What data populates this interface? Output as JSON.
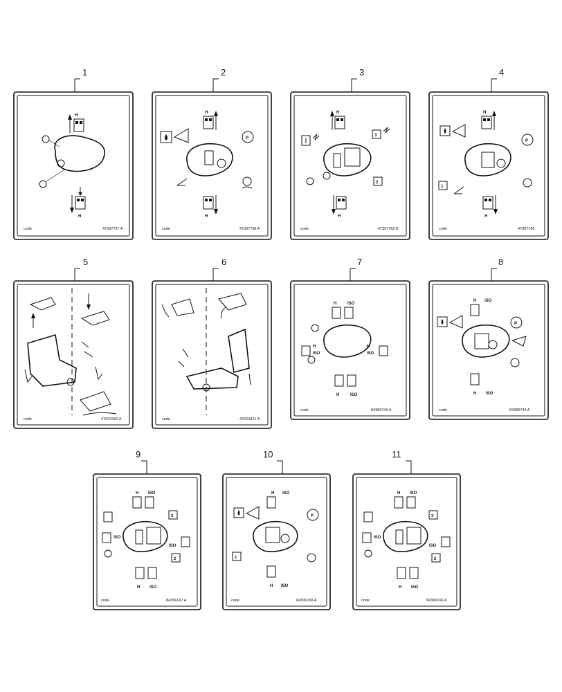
{
  "decals": [
    {
      "callout": "1",
      "code": "code",
      "part_number": "47397767 A"
    },
    {
      "callout": "2",
      "code": "code",
      "part_number": "47397768 A"
    },
    {
      "callout": "3",
      "code": "code",
      "part_number": "47397769 B"
    },
    {
      "callout": "4",
      "code": "code",
      "part_number": "47397760"
    },
    {
      "callout": "5",
      "code": "code",
      "part_number": "47623420 A"
    },
    {
      "callout": "6",
      "code": "code",
      "part_number": "47623421 A"
    },
    {
      "callout": "7",
      "code": "code",
      "part_number": "84386743 A"
    },
    {
      "callout": "8",
      "code": "code",
      "part_number": "84386744 A"
    },
    {
      "callout": "9",
      "code": "code",
      "part_number": "84396167 A"
    },
    {
      "callout": "10",
      "code": "code",
      "part_number": "84396769 A"
    },
    {
      "callout": "11",
      "code": "code",
      "part_number": "84396166 A"
    }
  ],
  "symbols": {
    "h": "H",
    "iso": "ISO",
    "park": "P",
    "gear1": "1",
    "gear2": "2",
    "gear3": "3"
  }
}
